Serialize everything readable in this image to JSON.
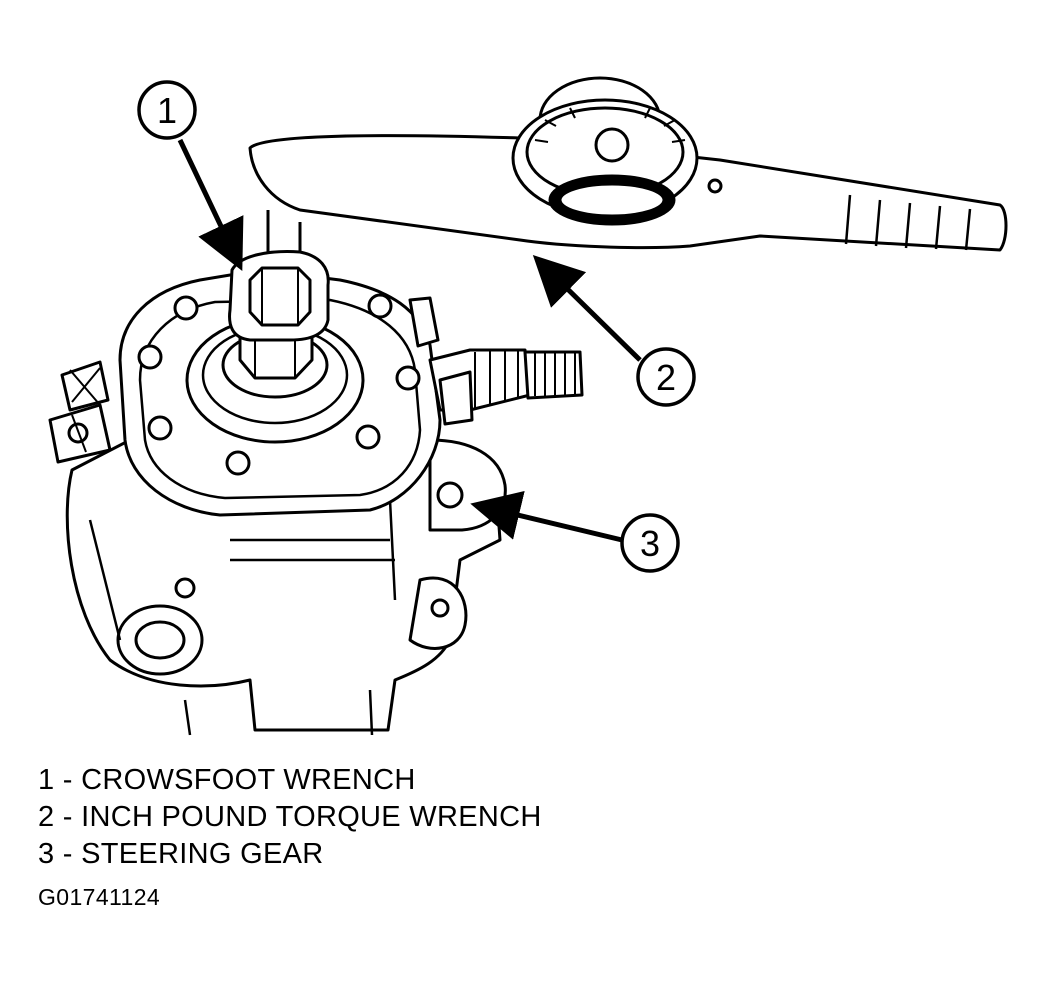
{
  "callouts": [
    {
      "number": "1",
      "label": "CROWSFOOT WRENCH"
    },
    {
      "number": "2",
      "label": "INCH POUND TORQUE WRENCH"
    },
    {
      "number": "3",
      "label": "STEERING GEAR"
    }
  ],
  "legend": [
    "1 - CROWSFOOT WRENCH",
    "2 - INCH POUND TORQUE WRENCH",
    "3 - STEERING GEAR"
  ],
  "figure_id": "G01741124",
  "colors": {
    "line": "#000000",
    "background": "#ffffff"
  }
}
